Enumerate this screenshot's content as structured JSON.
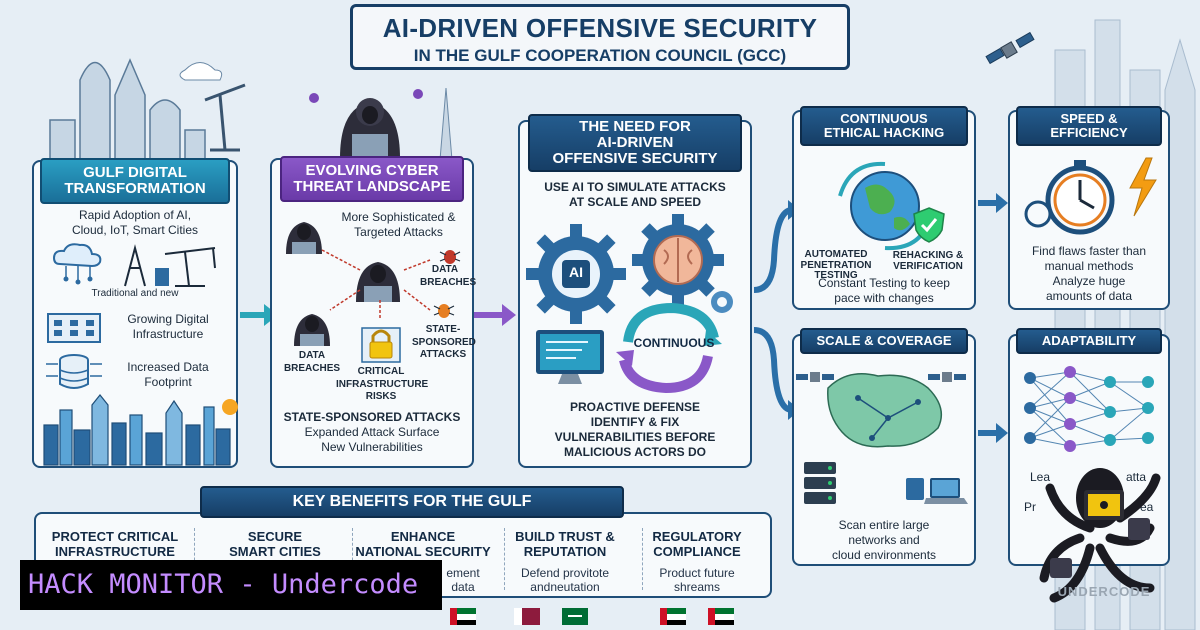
{
  "header": {
    "title_line1": "AI-DRIVEN OFFENSIVE SECURITY",
    "title_line2": "IN THE GULF COOPERATION COUNCIL (GCC)"
  },
  "section_transformation": {
    "title_line1": "GULF DIGITAL",
    "title_line2": "TRANSFORMATION",
    "item1_line1": "Rapid Adoption of AI,",
    "item1_line2": "Cloud, IoT, Smart Cities",
    "traditional_label": "Traditional and new",
    "item2_line1": "Growing Digital",
    "item2_line2": "Infrastructure",
    "item3_line1": "Increased Data",
    "item3_line2": "Footprint"
  },
  "section_threat": {
    "title_line1": "EVOLVING CYBER",
    "title_line2": "THREAT LANDSCAPE",
    "sophisticated_line1": "More Sophisticated &",
    "sophisticated_line2": "Targeted Attacks",
    "data_breaches_right_line1": "DATA",
    "data_breaches_right_line2": "BREACHES",
    "state_sponsored_line1": "STATE-",
    "state_sponsored_line2": "SPONSORED",
    "state_sponsored_line3": "ATTACKS",
    "data_breaches_left_line1": "DATA",
    "data_breaches_left_line2": "BREACHES",
    "critical_line1": "CRITICAL",
    "critical_line2": "INFRASTRUCTURE",
    "critical_line3": "RISKS",
    "bottom_line1": "STATE-SPONSORED ATTACKS",
    "bottom_line2": "Expanded Attack Surface",
    "bottom_line3": "New Vulnerabilities"
  },
  "section_need": {
    "title_line1": "THE NEED FOR",
    "title_line2": "AI-DRIVEN",
    "title_line3": "OFFENSIVE SECURITY",
    "sub_line1": "USE AI TO SIMULATE ATTACKS",
    "sub_line2": "AT SCALE AND SPEED",
    "ai_chip_label": "AI",
    "continuous_label": "CONTINUOUS",
    "bottom_line1": "PROACTIVE DEFENSE",
    "bottom_line2": "IDENTIFY & FIX",
    "bottom_line3": "VULNERABILITIES BEFORE",
    "bottom_line4": "MALICIOUS ACTORS DO"
  },
  "section_ethical": {
    "title_line1": "CONTINUOUS",
    "title_line2": "ETHICAL HACKING",
    "automated_line1": "AUTOMATED",
    "automated_line2": "PENETRATION",
    "automated_line3": "TESTING",
    "rehacking_line1": "REHACKING &",
    "rehacking_line2": "VERIFICATION",
    "constant_line1": "Constant Testing to keep",
    "constant_line2": "pace with changes"
  },
  "section_speed": {
    "title_line1": "SPEED &",
    "title_line2": "EFFICIENCY",
    "desc_line1": "Find flaws faster than",
    "desc_line2": "manual methods",
    "desc_line3": "Analyze huge",
    "desc_line4": "amounts of data"
  },
  "section_scale": {
    "title": "SCALE & COVERAGE",
    "desc_line1": "Scan entire large",
    "desc_line2": "networks and",
    "desc_line3": "cloud environments"
  },
  "section_adapt": {
    "title": "ADAPTABILITY",
    "partial_line1": "Lea",
    "partial_line2": "atta",
    "partial_line3": "Pr",
    "partial_line4": "ea"
  },
  "benefits": {
    "title": "KEY BENEFITS FOR THE GULF",
    "items": [
      {
        "title_line1": "PROTECT CRITICAL",
        "title_line2": "INFRASTRUCTURE",
        "desc_line1": "",
        "desc_line2": ""
      },
      {
        "title_line1": "SECURE",
        "title_line2": "SMART CITIES",
        "desc_line1": "",
        "desc_line2": ""
      },
      {
        "title_line1": "ENHANCE",
        "title_line2": "NATIONAL SECURITY",
        "desc_line1": "ement",
        "desc_line2": "data"
      },
      {
        "title_line1": "BUILD TRUST &",
        "title_line2": "REPUTATION",
        "desc_line1": "Defend provitote",
        "desc_line2": "andneutation"
      },
      {
        "title_line1": "REGULATORY",
        "title_line2": "COMPLIANCE",
        "desc_line1": "Product future",
        "desc_line2": "shreams"
      }
    ]
  },
  "watermark": {
    "label": "HACK MONITOR - Undercode",
    "logo_text": "UNDERCODE"
  },
  "icons": [
    "cloud-network-icon",
    "oil-pump-icon",
    "building-icon",
    "database-icon",
    "hacker-icon",
    "bug-icon",
    "padlock-icon",
    "gear-icon",
    "brain-icon",
    "monitor-icon",
    "globe-icon",
    "shield-check-icon",
    "stopwatch-icon",
    "lightning-icon",
    "satellite-icon",
    "map-icon",
    "server-icon",
    "laptop-icon",
    "neural-network-icon",
    "octopus-hacker-logo"
  ],
  "colors": {
    "navy": "#163e66",
    "teal": "#1a8fb8",
    "purple": "#7a48b8",
    "arrow_teal": "#2aa6b8",
    "arrow_purple": "#8a58c8",
    "watermark_bg": "#000000",
    "watermark_fg": "#c48cff"
  }
}
